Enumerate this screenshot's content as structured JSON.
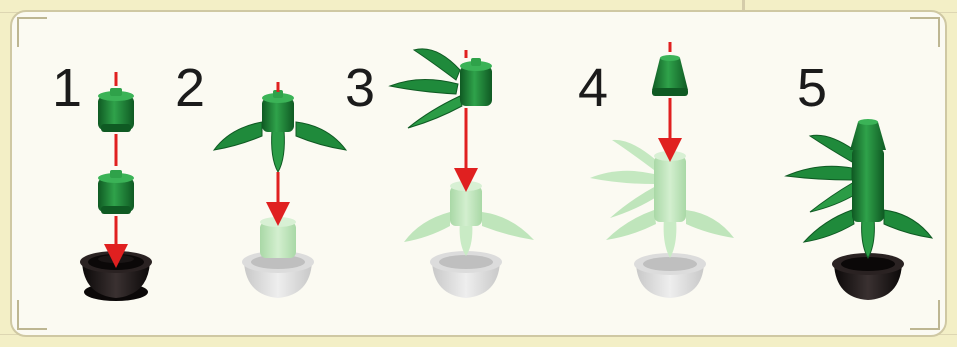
{
  "steps": [
    {
      "number": "1"
    },
    {
      "number": "2"
    },
    {
      "number": "3"
    },
    {
      "number": "4"
    },
    {
      "number": "5"
    }
  ],
  "colors": {
    "background": "#f3efc6",
    "panel": "#fbfaf2",
    "leaf_green": "#1f8a3b",
    "leaf_dark": "#0f5a23",
    "ghost_green": "#b8e2b5",
    "arrow_red": "#e02020",
    "pot_black": "#1a1515",
    "pot_ghost": "#d6d6d6"
  }
}
